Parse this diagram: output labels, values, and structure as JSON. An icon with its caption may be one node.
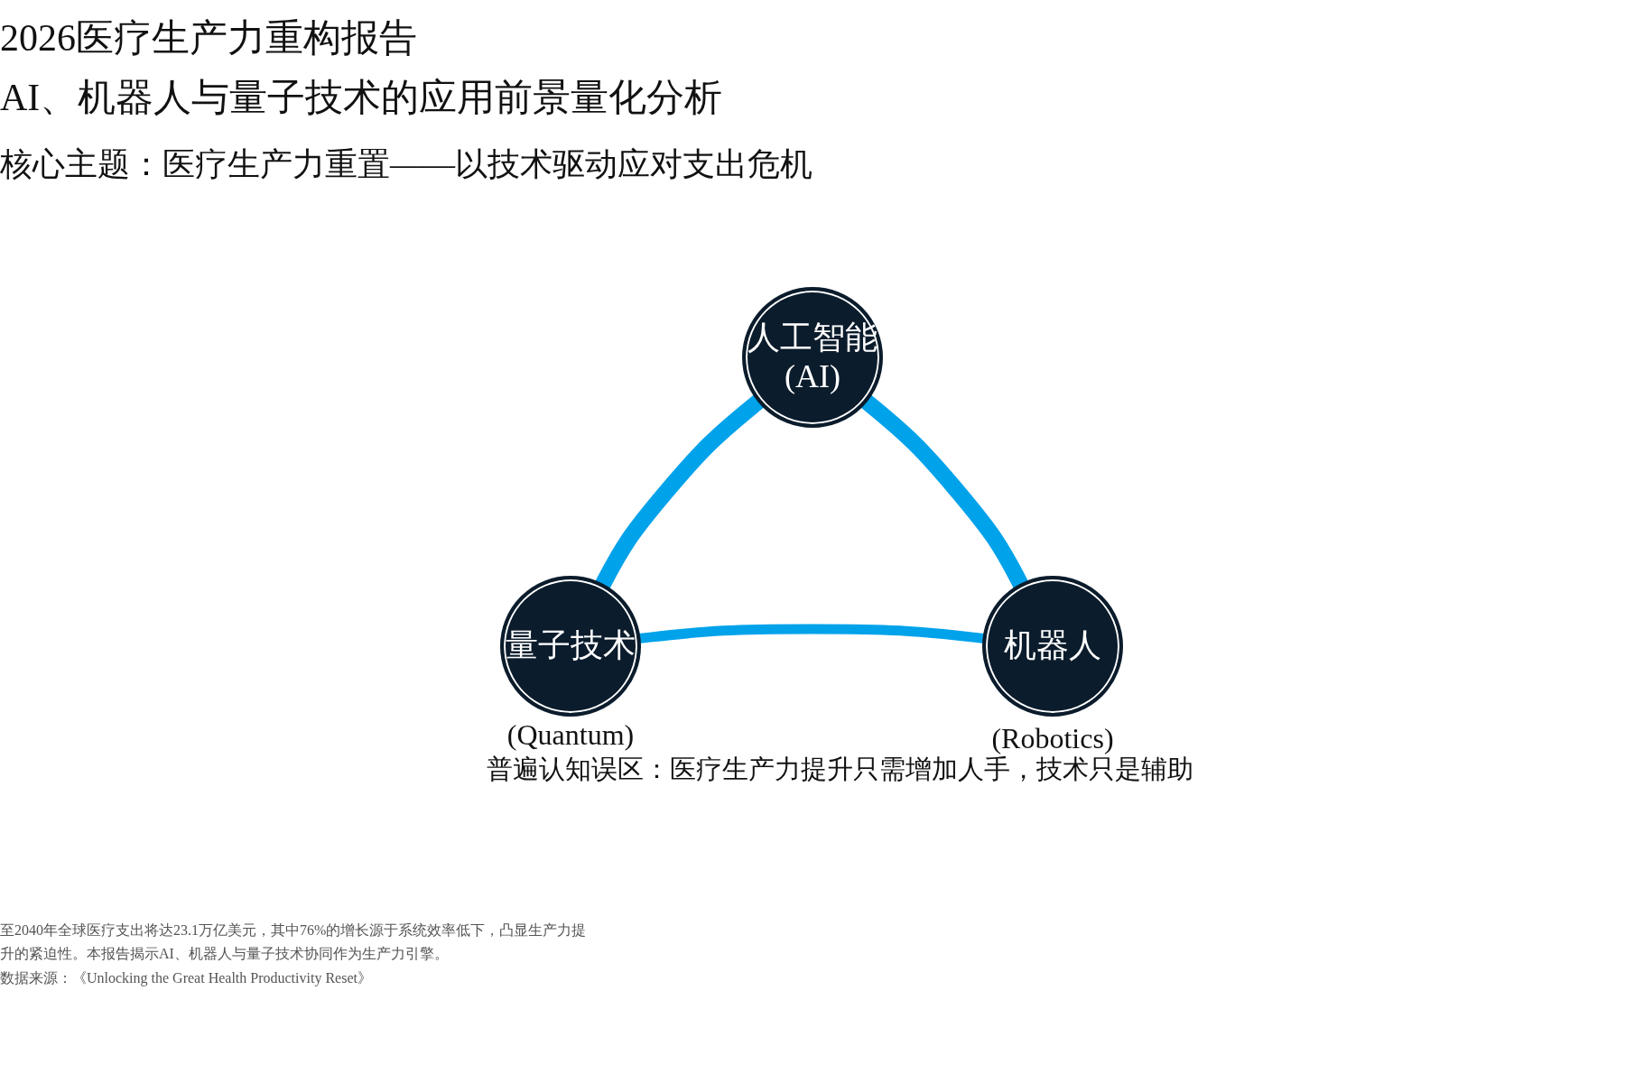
{
  "diagram": {
    "title": "2026医疗生产力重构报告",
    "nodes": [
      {
        "text": [
          "人工智能",
          "(AI)"
        ]
      },
      {
        "text": [
          "量子技术"
        ],
        "beside": [
          "(Quantum)"
        ]
      },
      {
        "text": [
          "机器人"
        ],
        "beside": [
          "(Robotics)"
        ]
      }
    ],
    "edges": [
      {
        "from": 0,
        "to": 1,
        "arrow": "none"
      },
      {
        "from": 0,
        "to": 2,
        "arrow": "none"
      },
      {
        "from": 1,
        "to": 2,
        "arrow": "none"
      }
    ],
    "labels": [
      "AI、机器人与量子技术的应用前景量化分析",
      "核心主题：医疗生产力重置——以技术驱动应对支出危机",
      "普遍认知误区：医疗生产力提升只需增加人手，技术只是辅助",
      "至2040年全球医疗支出将达23.1万亿美元，其中76%的增长源于系统效率低下，凸显生产力提升的紧迫性。本报告揭示AI、机器人与量子技术协同作为生产力引擎。",
      "数据来源：《Unlocking the Great Health Productivity Reset》"
    ]
  }
}
